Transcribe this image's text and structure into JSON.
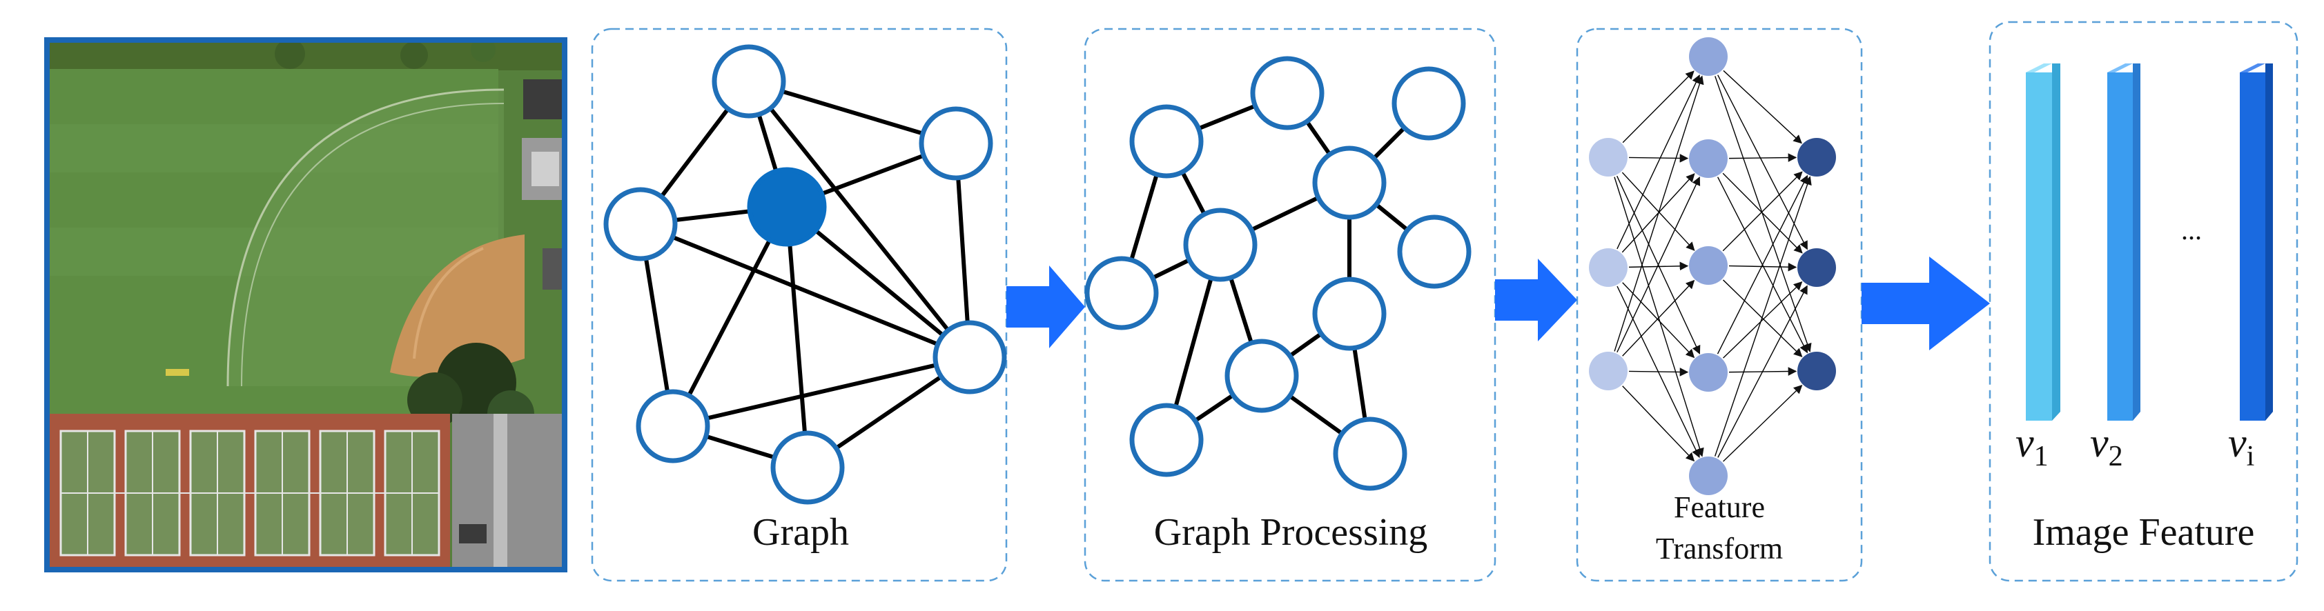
{
  "panels": {
    "graph": {
      "label": "Graph"
    },
    "processing": {
      "label": "Graph Processing"
    },
    "transform": {
      "label_line1": "Feature",
      "label_line2": "Transform"
    },
    "image_feature": {
      "label": "Image Feature",
      "vectors": [
        {
          "symbol": "v",
          "sub": "1"
        },
        {
          "symbol": "v",
          "sub": "2"
        },
        {
          "symbol": "v",
          "sub": "i"
        }
      ],
      "ellipsis": "..."
    }
  },
  "colors": {
    "frame_dash": "#5aa0d8",
    "node_stroke": "#1f6fb8",
    "node_fill_selected": "#0b6fc4",
    "arrow": "#1a6cff",
    "nn_input": "#b9c8ea",
    "nn_hidden": "#8fa6db",
    "nn_output": "#2f4f8f",
    "bar1": "#5ec8f2",
    "bar2": "#3a9cf0",
    "bar3": "#1a6ae0"
  },
  "icons": {
    "aerial_image": "aerial-sports-field-photo",
    "flow_arrow": "right-arrow-icon"
  }
}
